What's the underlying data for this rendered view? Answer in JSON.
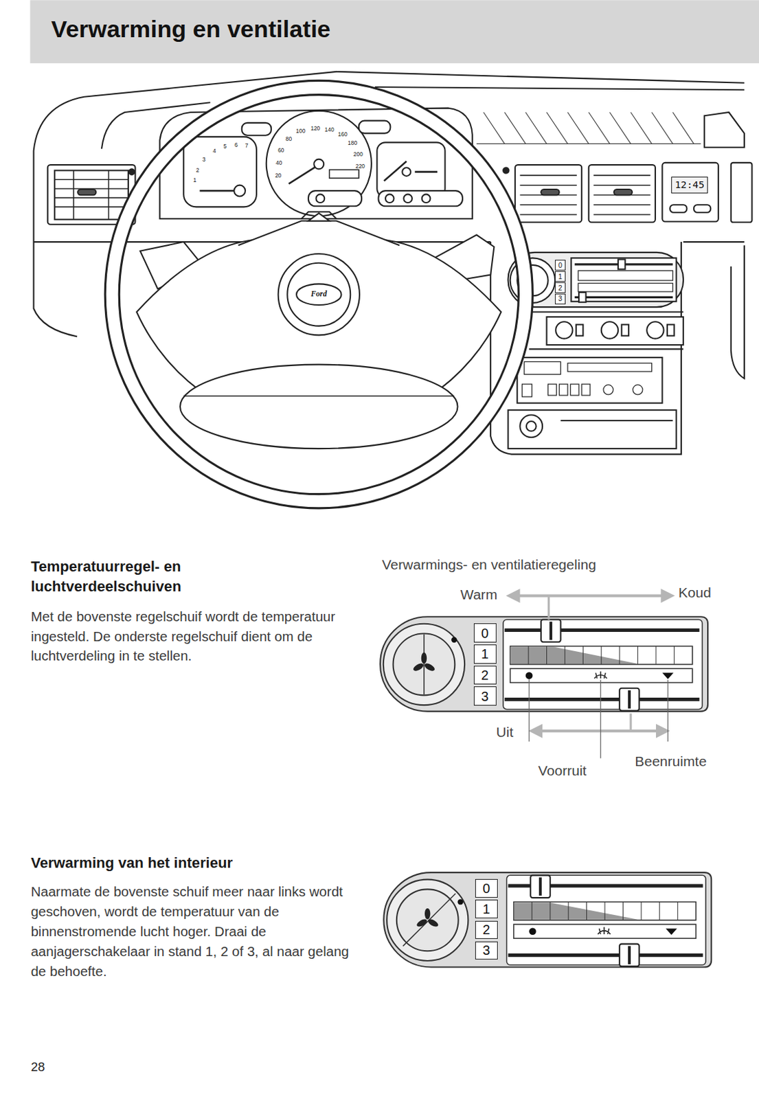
{
  "diagram": {
    "title": "Verwarming en ventilatie",
    "nodes": [
      {
        "text": [
          "12:45"
        ]
      },
      {
        "text": [
          "0"
        ]
      },
      {
        "text": [
          "1"
        ]
      },
      {
        "text": [
          "2"
        ]
      },
      {
        "text": [
          "3"
        ]
      },
      {
        "text": [
          "0"
        ]
      },
      {
        "text": [
          "1"
        ]
      },
      {
        "text": [
          "2"
        ]
      },
      {
        "text": [
          "3"
        ]
      },
      {
        "text": [
          "0"
        ]
      },
      {
        "text": [
          "1"
        ]
      },
      {
        "text": [
          "2"
        ]
      },
      {
        "text": [
          "3"
        ]
      }
    ],
    "labels": [
      "20",
      "40",
      "60",
      "80",
      "100",
      "120",
      "140",
      "160",
      "180",
      "200",
      "220",
      "1",
      "2",
      "3",
      "4",
      "5",
      "6",
      "7",
      "Ford",
      "Temperatuurregel- en luchtverdeelschuiven",
      "Met de bovenste regelschuif wordt de temperatuur ingesteld. De onderste regelschuif dient om de luchtverdeling in te stellen.",
      "Verwarmings- en ventilatieregeling",
      "Warm",
      "Koud",
      "Uit",
      "Voorruit",
      "Beenruimte",
      "Verwarming van het interieur",
      "Naarmate de bovenste schuif meer naar links wordt geschoven, wordt de temperatuur van de binnenstromende lucht hoger. Draai de aanjagerschakelaar in stand 1, 2 of 3, al naar gelang de behoefte.",
      "28"
    ]
  }
}
